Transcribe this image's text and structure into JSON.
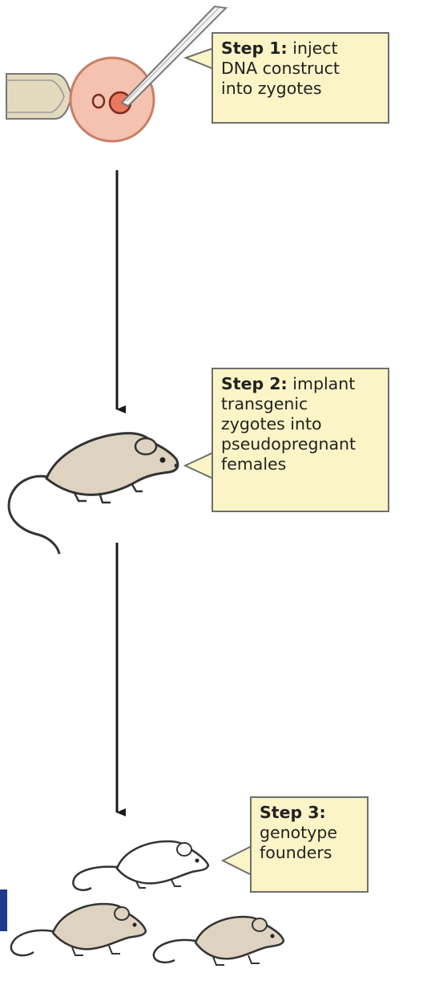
{
  "steps": [
    {
      "label": "Step 1:",
      "lines": [
        "inject",
        "DNA construct",
        "into zygotes"
      ]
    },
    {
      "label": "Step 2:",
      "lines": [
        "implant",
        "transgenic",
        "zygotes into",
        "pseudopregnant",
        "females"
      ]
    },
    {
      "label": "Step 3:",
      "lines": [
        "genotype",
        "founders"
      ]
    }
  ],
  "colors": {
    "callout_fill": "#fbf4c6",
    "callout_border": "#6f6f6f",
    "zygote": "#f4c2ae",
    "mouse_tan": "#ddd3c0",
    "mouse_white": "#ffffff",
    "arrow": "#1a1a1a",
    "accent_tab": "#1f3a8a"
  },
  "icons": [
    "micropipette-icon",
    "holding-pipette-icon",
    "zygote-icon",
    "mouse-icon"
  ]
}
